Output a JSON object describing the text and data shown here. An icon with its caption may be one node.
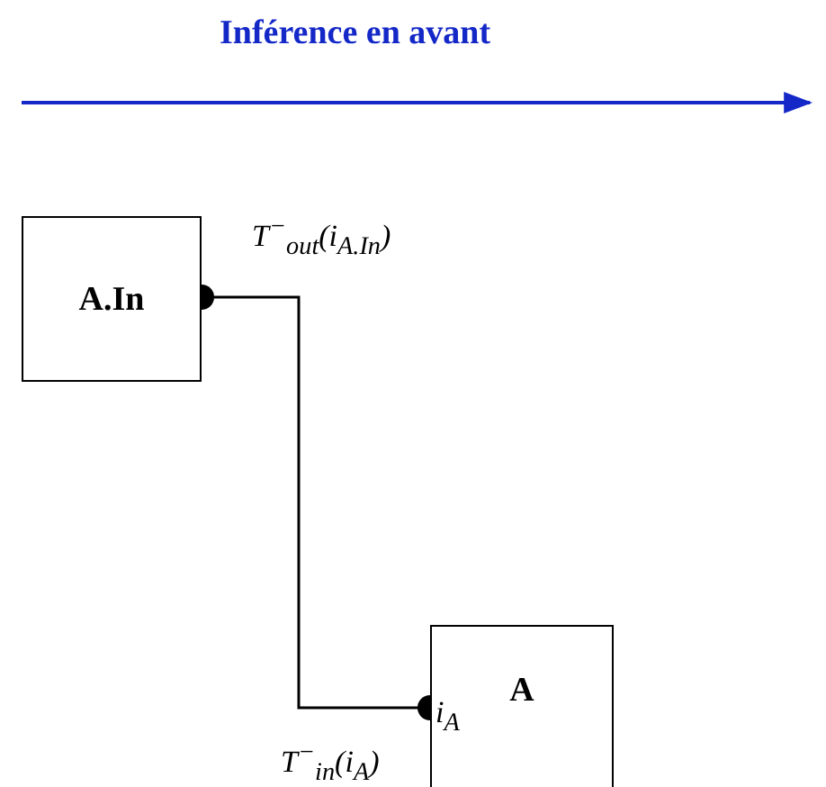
{
  "diagram": {
    "nodes": [
      {
        "text": [
          "A.In"
        ]
      },
      {
        "text": [
          "A"
        ]
      }
    ],
    "edges": [
      {
        "from": 0,
        "to": 1,
        "arrow": "other"
      }
    ],
    "labels": [
      "Inférence en avant",
      "T$^{−}$$_{out}$(i$_{A.In}$)",
      "i$_{A}$",
      "T$^{−}$$_{in}$(i$_{A}$)"
    ]
  }
}
